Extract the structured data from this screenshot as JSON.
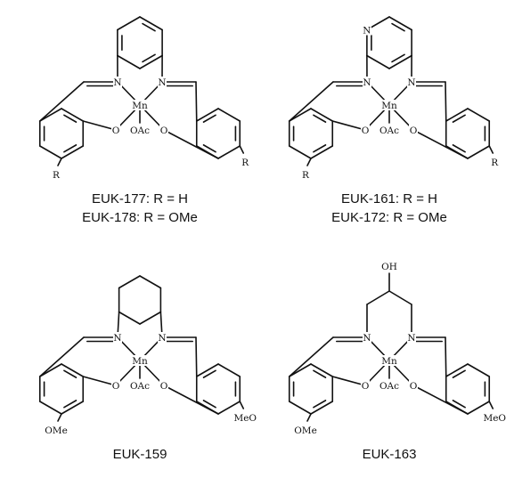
{
  "compounds": [
    {
      "id": "euk-177-178",
      "bridge": "benzene",
      "r_label": "R",
      "caption_lines": [
        "EUK-177:  R = H",
        "EUK-178:  R = OMe"
      ]
    },
    {
      "id": "euk-161-172",
      "bridge": "pyridine",
      "r_label": "R",
      "bridge_heteroatom": "N",
      "caption_lines": [
        "EUK-161:  R = H",
        "EUK-172:  R = OMe"
      ]
    },
    {
      "id": "euk-159",
      "bridge": "cyclohexane",
      "r_label": "OMe",
      "r_label_right": "MeO",
      "caption_lines": [
        "EUK-159"
      ]
    },
    {
      "id": "euk-163",
      "bridge": "propanol",
      "r_label": "OMe",
      "r_label_right": "MeO",
      "bridge_oh": "OH",
      "caption_lines": [
        "EUK-163"
      ]
    }
  ],
  "atoms": {
    "metal": "Mn",
    "nitrogen": "N",
    "oxygen": "O",
    "acetate": "OAc"
  }
}
